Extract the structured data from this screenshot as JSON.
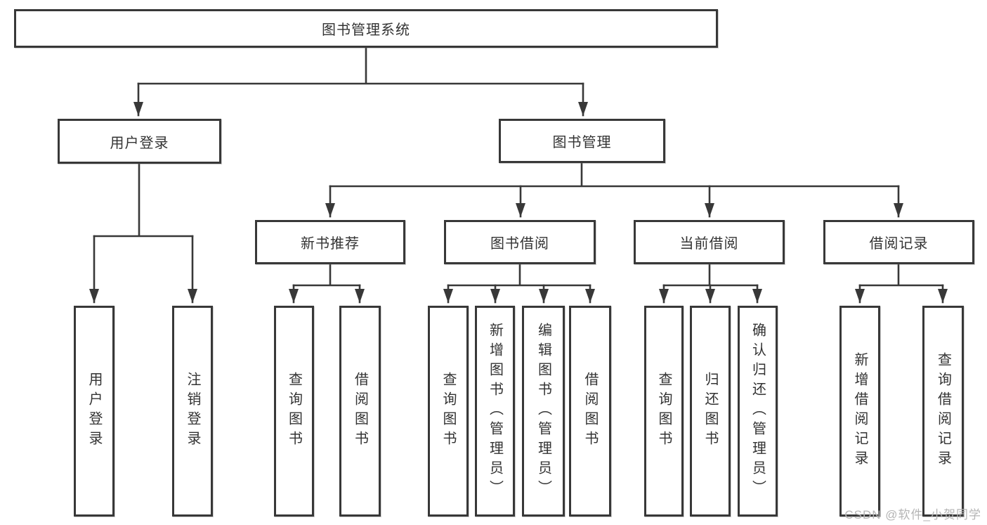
{
  "tree": {
    "root": {
      "label": "图书管理系统"
    },
    "branches": [
      {
        "label": "用户登录",
        "children": [
          {
            "label": "用户登录"
          },
          {
            "label": "注销登录"
          }
        ]
      },
      {
        "label": "图书管理",
        "children": [
          {
            "label": "新书推荐",
            "children": [
              {
                "label": "查询图书"
              },
              {
                "label": "借阅图书"
              }
            ]
          },
          {
            "label": "图书借阅",
            "children": [
              {
                "label": "查询图书"
              },
              {
                "label": "新增图书（管理员）"
              },
              {
                "label": "编辑图书（管理员）"
              },
              {
                "label": "借阅图书"
              }
            ]
          },
          {
            "label": "当前借阅",
            "children": [
              {
                "label": "查询图书"
              },
              {
                "label": "归还图书"
              },
              {
                "label": "确认归还（管理员）"
              }
            ]
          },
          {
            "label": "借阅记录",
            "children": [
              {
                "label": "新增借阅记录"
              },
              {
                "label": "查询借阅记录"
              }
            ]
          }
        ]
      }
    ]
  },
  "watermark": "CSDN @软件_小贺同学",
  "colors": {
    "line": "#383838",
    "box_border": "#383838",
    "text": "#333333",
    "watermark": "#b5b5b5",
    "background": "#ffffff"
  }
}
